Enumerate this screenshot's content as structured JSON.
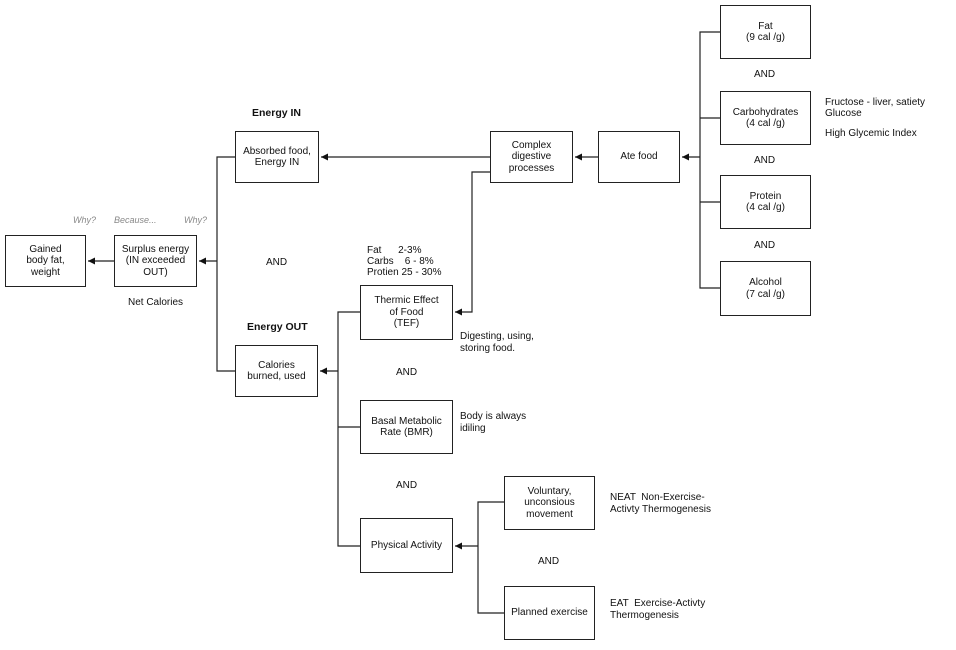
{
  "boxes": {
    "gained": "Gained\nbody fat,\nweight",
    "surplus": "Surplus energy\n(IN exceeded\nOUT)",
    "absorbed": "Absorbed food,\nEnergy IN",
    "calories": "Calories\nburned, used",
    "complex": "Complex\ndigestive\nprocesses",
    "ate": "Ate food",
    "fat": "Fat\n(9 cal /g)",
    "carbs": "Carbohydrates\n(4 cal /g)",
    "protein": "Protein\n(4 cal /g)",
    "alcohol": "Alcohol\n(7 cal /g)",
    "tef": "Thermic Effect\nof Food\n(TEF)",
    "bmr": "Basal Metabolic\nRate (BMR)",
    "physical": "Physical Activity",
    "voluntary": "Voluntary,\nunconsious\nmovement",
    "planned": "Planned exercise"
  },
  "headings": {
    "energy_in": "Energy IN",
    "energy_out": "Energy OUT"
  },
  "questions": {
    "why1": "Why?",
    "because": "Because...",
    "why2": "Why?"
  },
  "labels": {
    "and": "AND",
    "net_calories": "Net Calories",
    "tef_fat": "Fat      2-3%",
    "tef_carbs": "Carbs    6 - 8%",
    "tef_protien": "Protien 25 - 30%",
    "tef_note": "Digesting, using,\nstoring food.",
    "bmr_note": "Body is always\nidiling",
    "carb_fructose": "Fructose - liver, satiety",
    "carb_glucose": "Glucose",
    "carb_gi": "High Glycemic Index",
    "neat": "NEAT  Non-Exercise-\nActivty Thermogenesis",
    "eat": "EAT  Exercise-Activty\nThermogenesis"
  }
}
